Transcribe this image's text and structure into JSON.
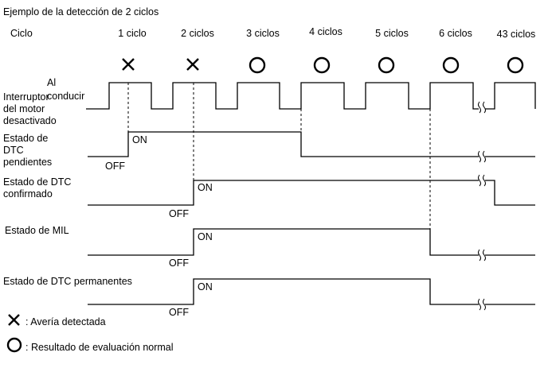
{
  "title": "Ejemplo de la detección de 2 ciclos",
  "cycle_header": "Ciclo",
  "cycles": [
    {
      "label": "1 ciclo",
      "result": "fault"
    },
    {
      "label": "2 ciclos",
      "result": "fault"
    },
    {
      "label": "3 ciclos",
      "result": "normal"
    },
    {
      "label": "4 ciclos",
      "result": "normal"
    },
    {
      "label": "5 ciclos",
      "result": "normal"
    },
    {
      "label": "6 ciclos",
      "result": "normal"
    },
    {
      "label": "43 ciclos",
      "result": "normal"
    }
  ],
  "signals": {
    "driving": {
      "label": "Al conducir"
    },
    "ignition": {
      "label_lines": [
        "Interruptor",
        "del motor",
        "desactivado"
      ]
    },
    "pending": {
      "label_lines": [
        "Estado de",
        "DTC",
        "pendientes"
      ],
      "on": "ON",
      "off": "OFF"
    },
    "confirmed": {
      "label_lines": [
        "Estado de DTC",
        "confirmado"
      ],
      "on": "ON",
      "off": "OFF"
    },
    "mil": {
      "label": "Estado de MIL",
      "on": "ON",
      "off": "OFF"
    },
    "permanent": {
      "label": "Estado de DTC permanentes",
      "on": "ON",
      "off": "OFF"
    }
  },
  "legend": {
    "fault": "Avería detectada",
    "normal": "Resultado de evaluación normal",
    "separator": ": "
  },
  "icons": {
    "fault": "cross-icon",
    "normal": "circle-icon",
    "break": "axis-break-icon"
  }
}
